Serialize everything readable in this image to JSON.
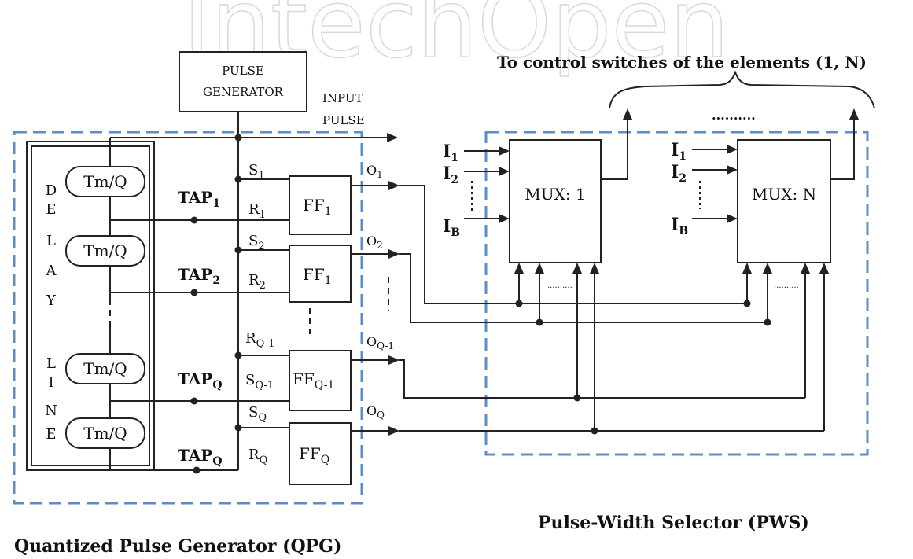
{
  "pulse_generator": [
    "PULSE",
    "GENERATOR"
  ],
  "input_pulse": [
    "INPUT",
    "PULSE"
  ],
  "top_caption": "To control switches of the elements (1, N)",
  "ellipsis": "..........",
  "delay_line": [
    "D",
    "E",
    "L",
    "A",
    "Y",
    "",
    "L",
    "I",
    "N",
    "E"
  ],
  "delay_elements": [
    "Tm/Q",
    "Tm/Q",
    "Tm/Q",
    "Tm/Q"
  ],
  "taps": [
    {
      "main": "TAP",
      "sub": "1"
    },
    {
      "main": "TAP",
      "sub": "2"
    },
    {
      "main": "TAP",
      "sub": "Q"
    },
    {
      "main": "TAP",
      "sub": "Q"
    }
  ],
  "flipflops": [
    {
      "main": "FF",
      "sub": "1",
      "top_main": "S",
      "top_sub": "1",
      "bot_main": "R",
      "bot_sub": "1",
      "out_main": "O",
      "out_sub": "1"
    },
    {
      "main": "FF",
      "sub": "1",
      "top_main": "S",
      "top_sub": "2",
      "bot_main": "R",
      "bot_sub": "2",
      "out_main": "O",
      "out_sub": "2"
    },
    {
      "main": "FF",
      "sub": "Q-1",
      "top_main": "R",
      "top_sub": "Q-1",
      "bot_main": "S",
      "bot_sub": "Q-1",
      "out_main": "O",
      "out_sub": "Q-1"
    },
    {
      "main": "FF",
      "sub": "Q",
      "top_main": "S",
      "top_sub": "Q",
      "bot_main": "R",
      "bot_sub": "Q",
      "out_main": "O",
      "out_sub": "Q"
    }
  ],
  "mux_inputs": [
    {
      "main": "I",
      "sub": "1"
    },
    {
      "main": "I",
      "sub": "2"
    },
    {
      "main": "I",
      "sub": "B"
    }
  ],
  "mux_labels": [
    "MUX: 1",
    "MUX: N"
  ],
  "caption_pws": "Pulse-Width Selector (PWS)",
  "caption_qpg": "Quantized Pulse Generator (QPG)",
  "watermark": "IntechOpen"
}
